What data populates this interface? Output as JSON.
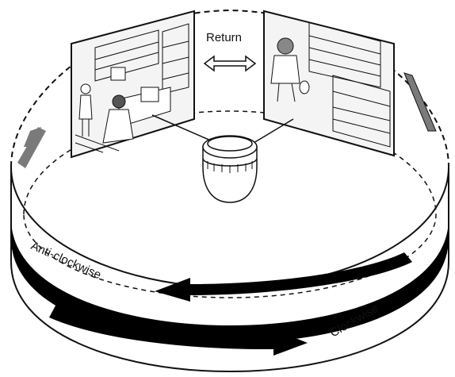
{
  "labels": {
    "return": "Return",
    "anticlockwise": "Anti-clockwise",
    "clockwise": "Clockwise"
  },
  "panels": {
    "left": "office scene: clerk at computer desk, person at counter, shelves",
    "right": "retail scene: shopper between store shelves"
  },
  "colors": {
    "line": "#111111",
    "band": "#000000",
    "ring_fill": "#ffffff",
    "side_bar": "#7a7a7a",
    "scene_fill": "#f4f4f4"
  }
}
